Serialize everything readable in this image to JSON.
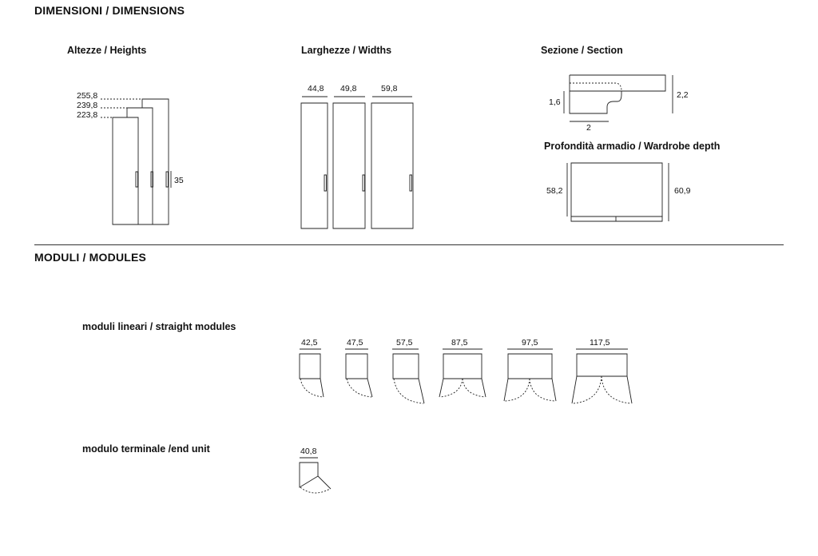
{
  "sections": {
    "dimensions_title": "DIMENSIONI / DIMENSIONS",
    "modules_title": "MODULI  / MODULES"
  },
  "heights": {
    "title": "Altezze  / Heights",
    "labels": [
      "255,8",
      "239,8",
      "223,8"
    ],
    "handle_label": "35"
  },
  "widths": {
    "title": "Larghezze / Widths",
    "labels": [
      "44,8",
      "49,8",
      "59,8"
    ]
  },
  "section": {
    "title": "Sezione  / Section",
    "height_label": "1,6",
    "thickness_label": "2,2",
    "width_label": "2"
  },
  "depth": {
    "title": "Profondità armadio / Wardrobe depth",
    "inner_label": "58,2",
    "outer_label": "60,9"
  },
  "straight_modules": {
    "title": "moduli lineari /  straight modules",
    "labels": [
      "42,5",
      "47,5",
      "57,5",
      "87,5",
      "97,5",
      "117,5"
    ]
  },
  "end_unit": {
    "title": "modulo terminale /end unit",
    "label": "40,8"
  }
}
